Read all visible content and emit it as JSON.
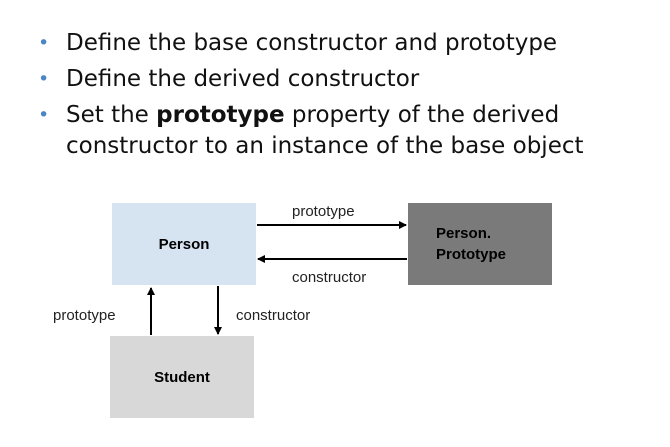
{
  "bullets": [
    {
      "text": "Define the base constructor and prototype"
    },
    {
      "text": "Define the derived constructor"
    },
    {
      "pre": "Set the ",
      "bold": "prototype",
      "post": " property of the derived constructor to an instance of the base object"
    }
  ],
  "diagram": {
    "nodes": {
      "person": "Person",
      "person_prototype_line1": "Person.",
      "person_prototype_line2": "Prototype",
      "student": "Student"
    },
    "edges": {
      "person_to_prototype": "prototype",
      "prototype_to_person": "constructor",
      "student_to_person": "prototype",
      "person_to_student": "constructor"
    },
    "colors": {
      "bullet": "#4a86c6",
      "person_box": "#d6e3f1",
      "prototype_box": "#7a7a7a",
      "student_box": "#d8d8d8"
    }
  }
}
